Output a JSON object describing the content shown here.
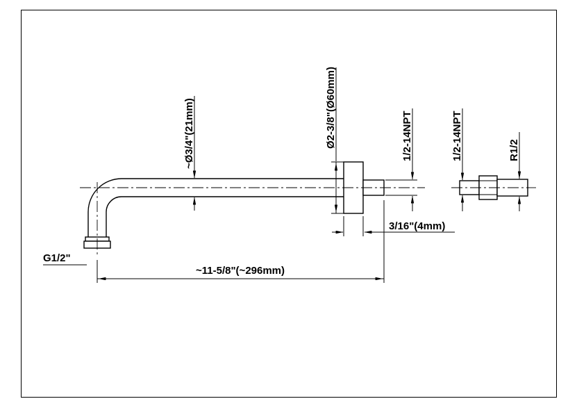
{
  "page": {
    "background_color": "#ffffff",
    "line_color": "#000000"
  },
  "drawing": {
    "kind": "technical-dimension-drawing",
    "subject": "wall-mounted shower arm with flange and adapter fitting",
    "labels": {
      "tube_diameter": "~Ø3/4\"(21mm)",
      "flange_diameter": "Ø2-3/8\"(Ø60mm)",
      "arm_thread": "1/2-14NPT",
      "fitting_thread": "1/2-14NPT",
      "fitting_radius": "R1/2",
      "inlet_thread": "G1/2\"",
      "flange_thickness": "3/16\"(4mm)",
      "arm_length": "~11-5/8\"(~296mm)"
    }
  }
}
